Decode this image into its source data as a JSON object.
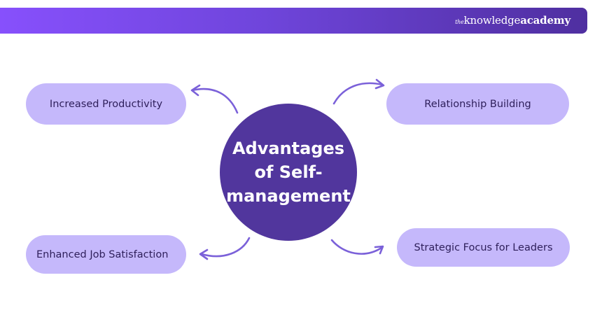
{
  "header": {
    "brand_prefix": "the",
    "brand_middle": "knowledge",
    "brand_suffix": "academy"
  },
  "diagram": {
    "center": {
      "title_line1": "Advantages",
      "title_line2": "of Self-",
      "title_line3": "management"
    },
    "nodes": [
      {
        "label": "Increased Productivity",
        "position": "top-left"
      },
      {
        "label": "Relationship Building",
        "position": "top-right"
      },
      {
        "label": "Enhanced Job Satisfaction",
        "position": "bottom-left"
      },
      {
        "label": "Strategic Focus for Leaders",
        "position": "bottom-right"
      }
    ],
    "colors": {
      "center_fill": "#51369d",
      "node_fill": "#c5b8fb",
      "node_text": "#2e1f5a",
      "arrow": "#7b61d9",
      "header_gradient_start": "#8750fc",
      "header_gradient_end": "#4f2fa0"
    }
  }
}
